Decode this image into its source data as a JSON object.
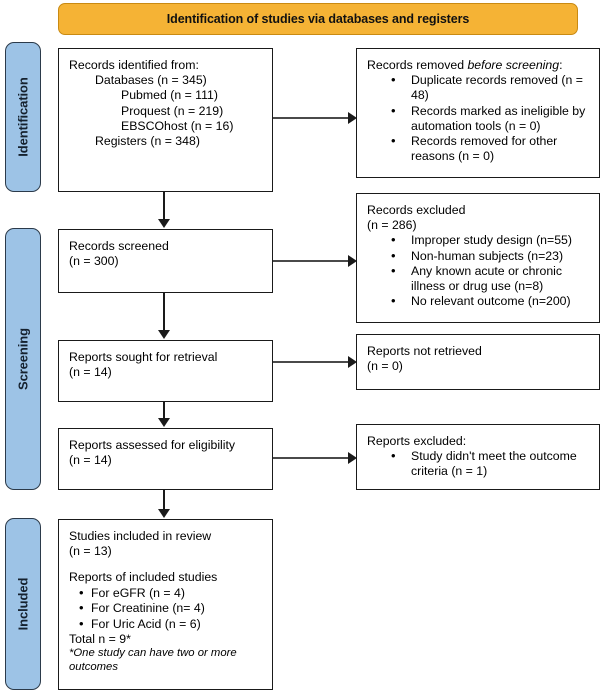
{
  "banner": {
    "title": "Identification of studies via databases and registers"
  },
  "stages": [
    {
      "key": "identification",
      "label": "Identification"
    },
    {
      "key": "screening",
      "label": "Screening"
    },
    {
      "key": "included",
      "label": "Included"
    }
  ],
  "boxes": {
    "identified": {
      "title": "Records identified from:",
      "lines": [
        "Databases (n = 345)",
        "Pubmed (n = 111)",
        "Proquest (n = 219)",
        "EBSCOhost (n = 16)",
        "Registers (n = 348)"
      ]
    },
    "removed_before_screening": {
      "title_plain": "Records removed ",
      "title_italic": "before screening",
      "title_suffix": ":",
      "items": [
        "Duplicate records removed (n = 48)",
        "Records marked as ineligible by automation tools (n = 0)",
        "Records removed for other reasons (n = 0)"
      ]
    },
    "records_screened": {
      "title": "Records screened",
      "count": "(n = 300)"
    },
    "records_excluded": {
      "title": "Records excluded",
      "count": "(n = 286)",
      "items": [
        "Improper study design (n=55)",
        "Non-human subjects (n=23)",
        "Any known acute or chronic illness or drug use (n=8)",
        "No relevant outcome (n=200)"
      ]
    },
    "reports_sought": {
      "title": "Reports sought for retrieval",
      "count": "(n = 14)"
    },
    "reports_not_retrieved": {
      "title": "Reports not retrieved",
      "count": "(n = 0)"
    },
    "reports_assessed": {
      "title": "Reports assessed for eligibility",
      "count": "(n = 14)"
    },
    "reports_excluded": {
      "title": "Reports excluded:",
      "items": [
        "Study didn't meet the outcome criteria (n = 1)"
      ]
    },
    "studies_included": {
      "title": "Studies included in review",
      "count": "(n = 13)",
      "subtitle": "Reports of included studies",
      "items": [
        "For eGFR (n = 4)",
        "For Creatinine (n= 4)",
        "For Uric Acid (n = 6)"
      ],
      "total": "Total n = 9*",
      "footnote": "*One study can have two or more outcomes"
    }
  },
  "colors": {
    "banner_fill": "#f5b335",
    "banner_border": "#c98a12",
    "stage_fill": "#9dc3e6",
    "stage_border": "#2b3a4a",
    "box_border": "#1a1a1a",
    "connector": "#1a1a1a"
  }
}
